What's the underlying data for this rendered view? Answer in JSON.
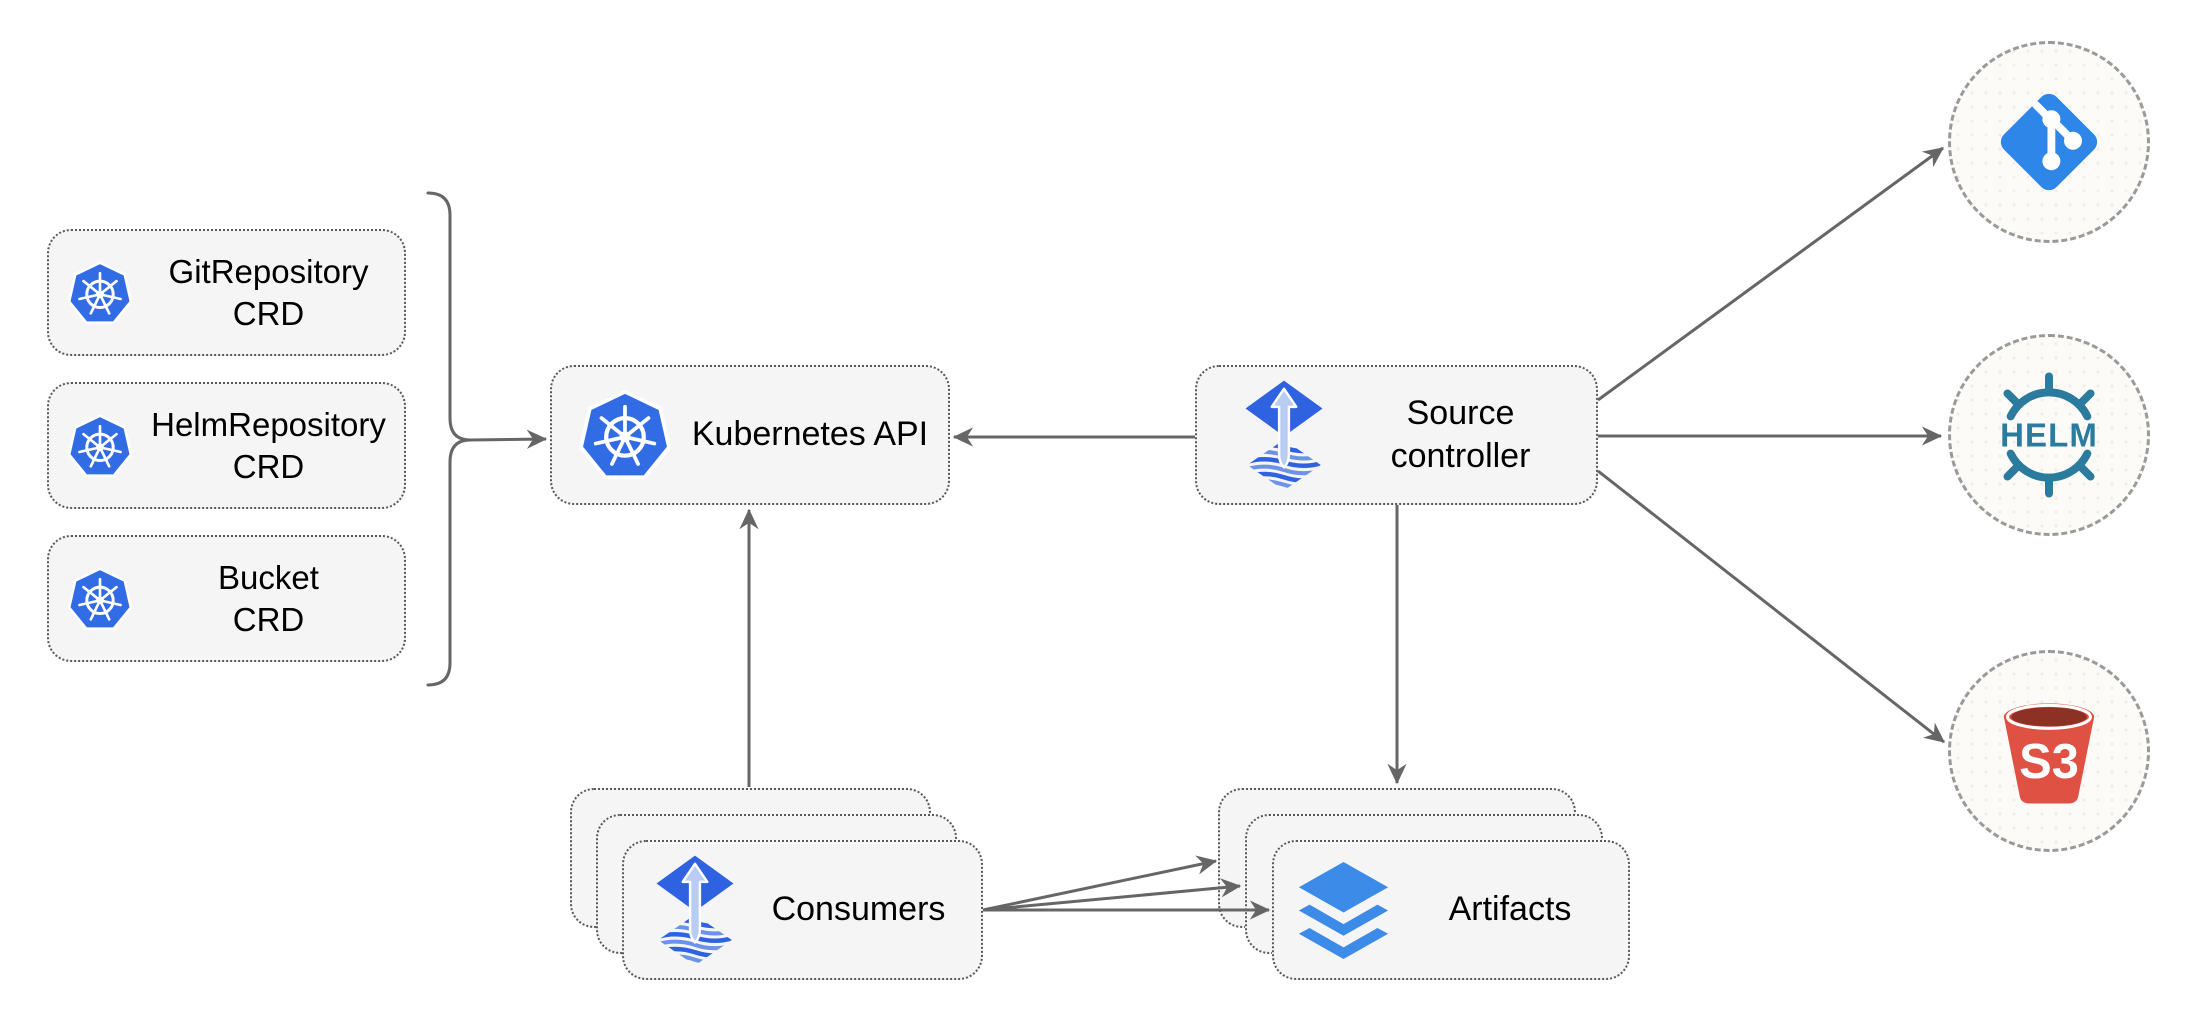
{
  "nodes": {
    "crd": [
      {
        "line1": "GitRepository",
        "line2": "CRD",
        "icon": "kubernetes-icon"
      },
      {
        "line1": "HelmRepository",
        "line2": "CRD",
        "icon": "kubernetes-icon"
      },
      {
        "line1": "Bucket",
        "line2": "CRD",
        "icon": "kubernetes-icon"
      }
    ],
    "kubernetes_api": {
      "label": "Kubernetes API",
      "icon": "kubernetes-icon"
    },
    "source_controller": {
      "line1": "Source",
      "line2": "controller",
      "icon": "flux-icon"
    },
    "consumers": {
      "label": "Consumers",
      "icon": "flux-icon",
      "stack_count": 3
    },
    "artifacts": {
      "label": "Artifacts",
      "icon": "layers-icon",
      "stack_count": 3
    }
  },
  "external_sources": {
    "git": {
      "icon": "git-icon"
    },
    "helm": {
      "icon": "helm-icon",
      "label": "HELM"
    },
    "s3": {
      "icon": "s3-bucket-icon",
      "label": "S3"
    }
  },
  "edges": [
    {
      "from": "crd-group",
      "to": "kubernetes-api"
    },
    {
      "from": "source-controller",
      "to": "kubernetes-api"
    },
    {
      "from": "consumers",
      "to": "kubernetes-api"
    },
    {
      "from": "source-controller",
      "to": "artifacts"
    },
    {
      "from": "source-controller",
      "to": "git"
    },
    {
      "from": "source-controller",
      "to": "helm"
    },
    {
      "from": "source-controller",
      "to": "s3"
    },
    {
      "from": "consumers",
      "to": "artifacts",
      "count": 3
    }
  ],
  "colors": {
    "node_fill": "#f5f5f5",
    "node_border": "#595959",
    "line_gray": "#666666",
    "kubernetes_blue": "#326CE5",
    "flux_blue": "#2E62E0",
    "flux_arrow_light": "#B9CCF3",
    "git_blue": "#2E86E8",
    "helm_teal": "#2A7B9D",
    "s3_red": "#DF5142",
    "s3_dark": "#8C3123",
    "layers_blue": "#3D8BE8",
    "circle_border": "#9a9a9a",
    "circle_fill": "#fcfbf8"
  }
}
